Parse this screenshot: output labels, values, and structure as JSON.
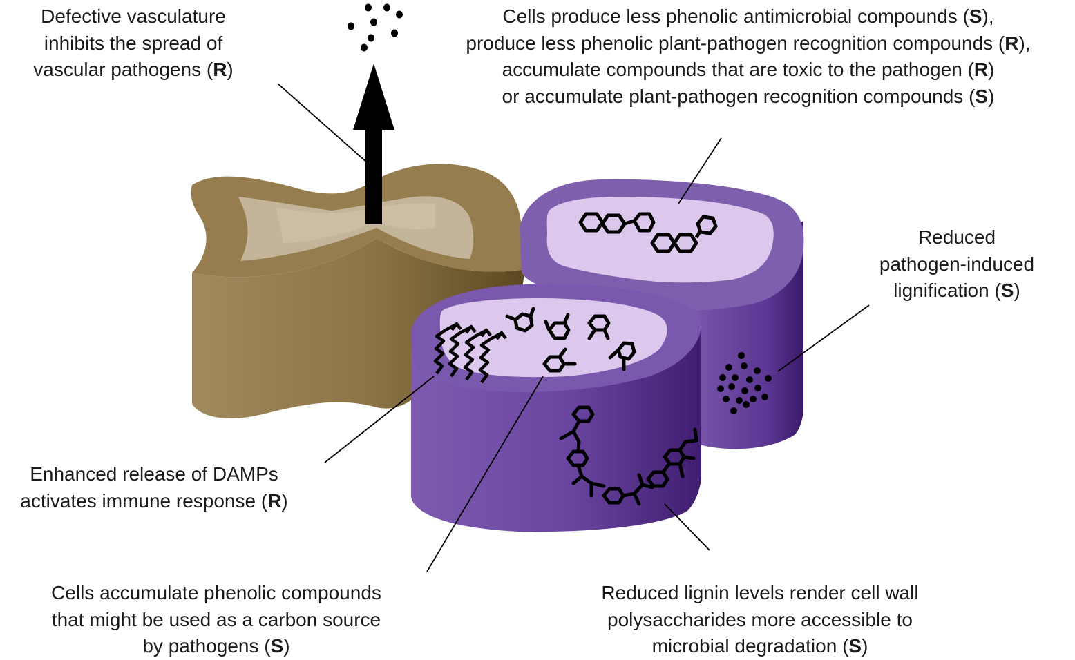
{
  "annotations": {
    "vasculature": {
      "lines": [
        {
          "text": "Defective vasculature"
        },
        {
          "text": "inhibits the spread of"
        },
        {
          "text": "vascular pathogens (",
          "tag": "R",
          "suffix": ")"
        }
      ]
    },
    "phenolic_compounds": {
      "lines": [
        {
          "text": "Cells produce less phenolic antimicrobial compounds (",
          "tag": "S",
          "suffix": "),"
        },
        {
          "text": "produce less phenolic plant-pathogen recognition compounds (",
          "tag": "R",
          "suffix": "),"
        },
        {
          "text": "accumulate compounds that are toxic to the pathogen (",
          "tag": "R",
          "suffix": ")"
        },
        {
          "text": "or accumulate plant-pathogen recognition compounds (",
          "tag": "S",
          "suffix": ")"
        }
      ]
    },
    "lignification": {
      "lines": [
        {
          "text": "Reduced"
        },
        {
          "text": "pathogen-induced"
        },
        {
          "text": "lignification (",
          "tag": "S",
          "suffix": ")"
        }
      ]
    },
    "damps": {
      "lines": [
        {
          "text": "Enhanced release of DAMPs"
        },
        {
          "text": "activates immune response (",
          "tag": "R",
          "suffix": ")"
        }
      ]
    },
    "carbon_source": {
      "lines": [
        {
          "text": "Cells accumulate phenolic compounds"
        },
        {
          "text": "that might be used as a carbon source"
        },
        {
          "text": "by pathogens (",
          "tag": "S",
          "suffix": ")"
        }
      ]
    },
    "lignin_levels": {
      "lines": [
        {
          "text": "Reduced lignin levels render cell wall"
        },
        {
          "text": "polysaccharides more accessible to"
        },
        {
          "text": "microbial degradation (",
          "tag": "S",
          "suffix": ")"
        }
      ]
    }
  },
  "colors": {
    "vessel_side": "#8a7446",
    "vessel_top": "#967d4f",
    "vessel_lumen": "#c4b59a",
    "cell_side": "#5e3a95",
    "cell_top_rim": "#7e5fae",
    "cell_lumen": "#dcc8ec",
    "ink": "#000000",
    "text": "#1a1a1a"
  }
}
